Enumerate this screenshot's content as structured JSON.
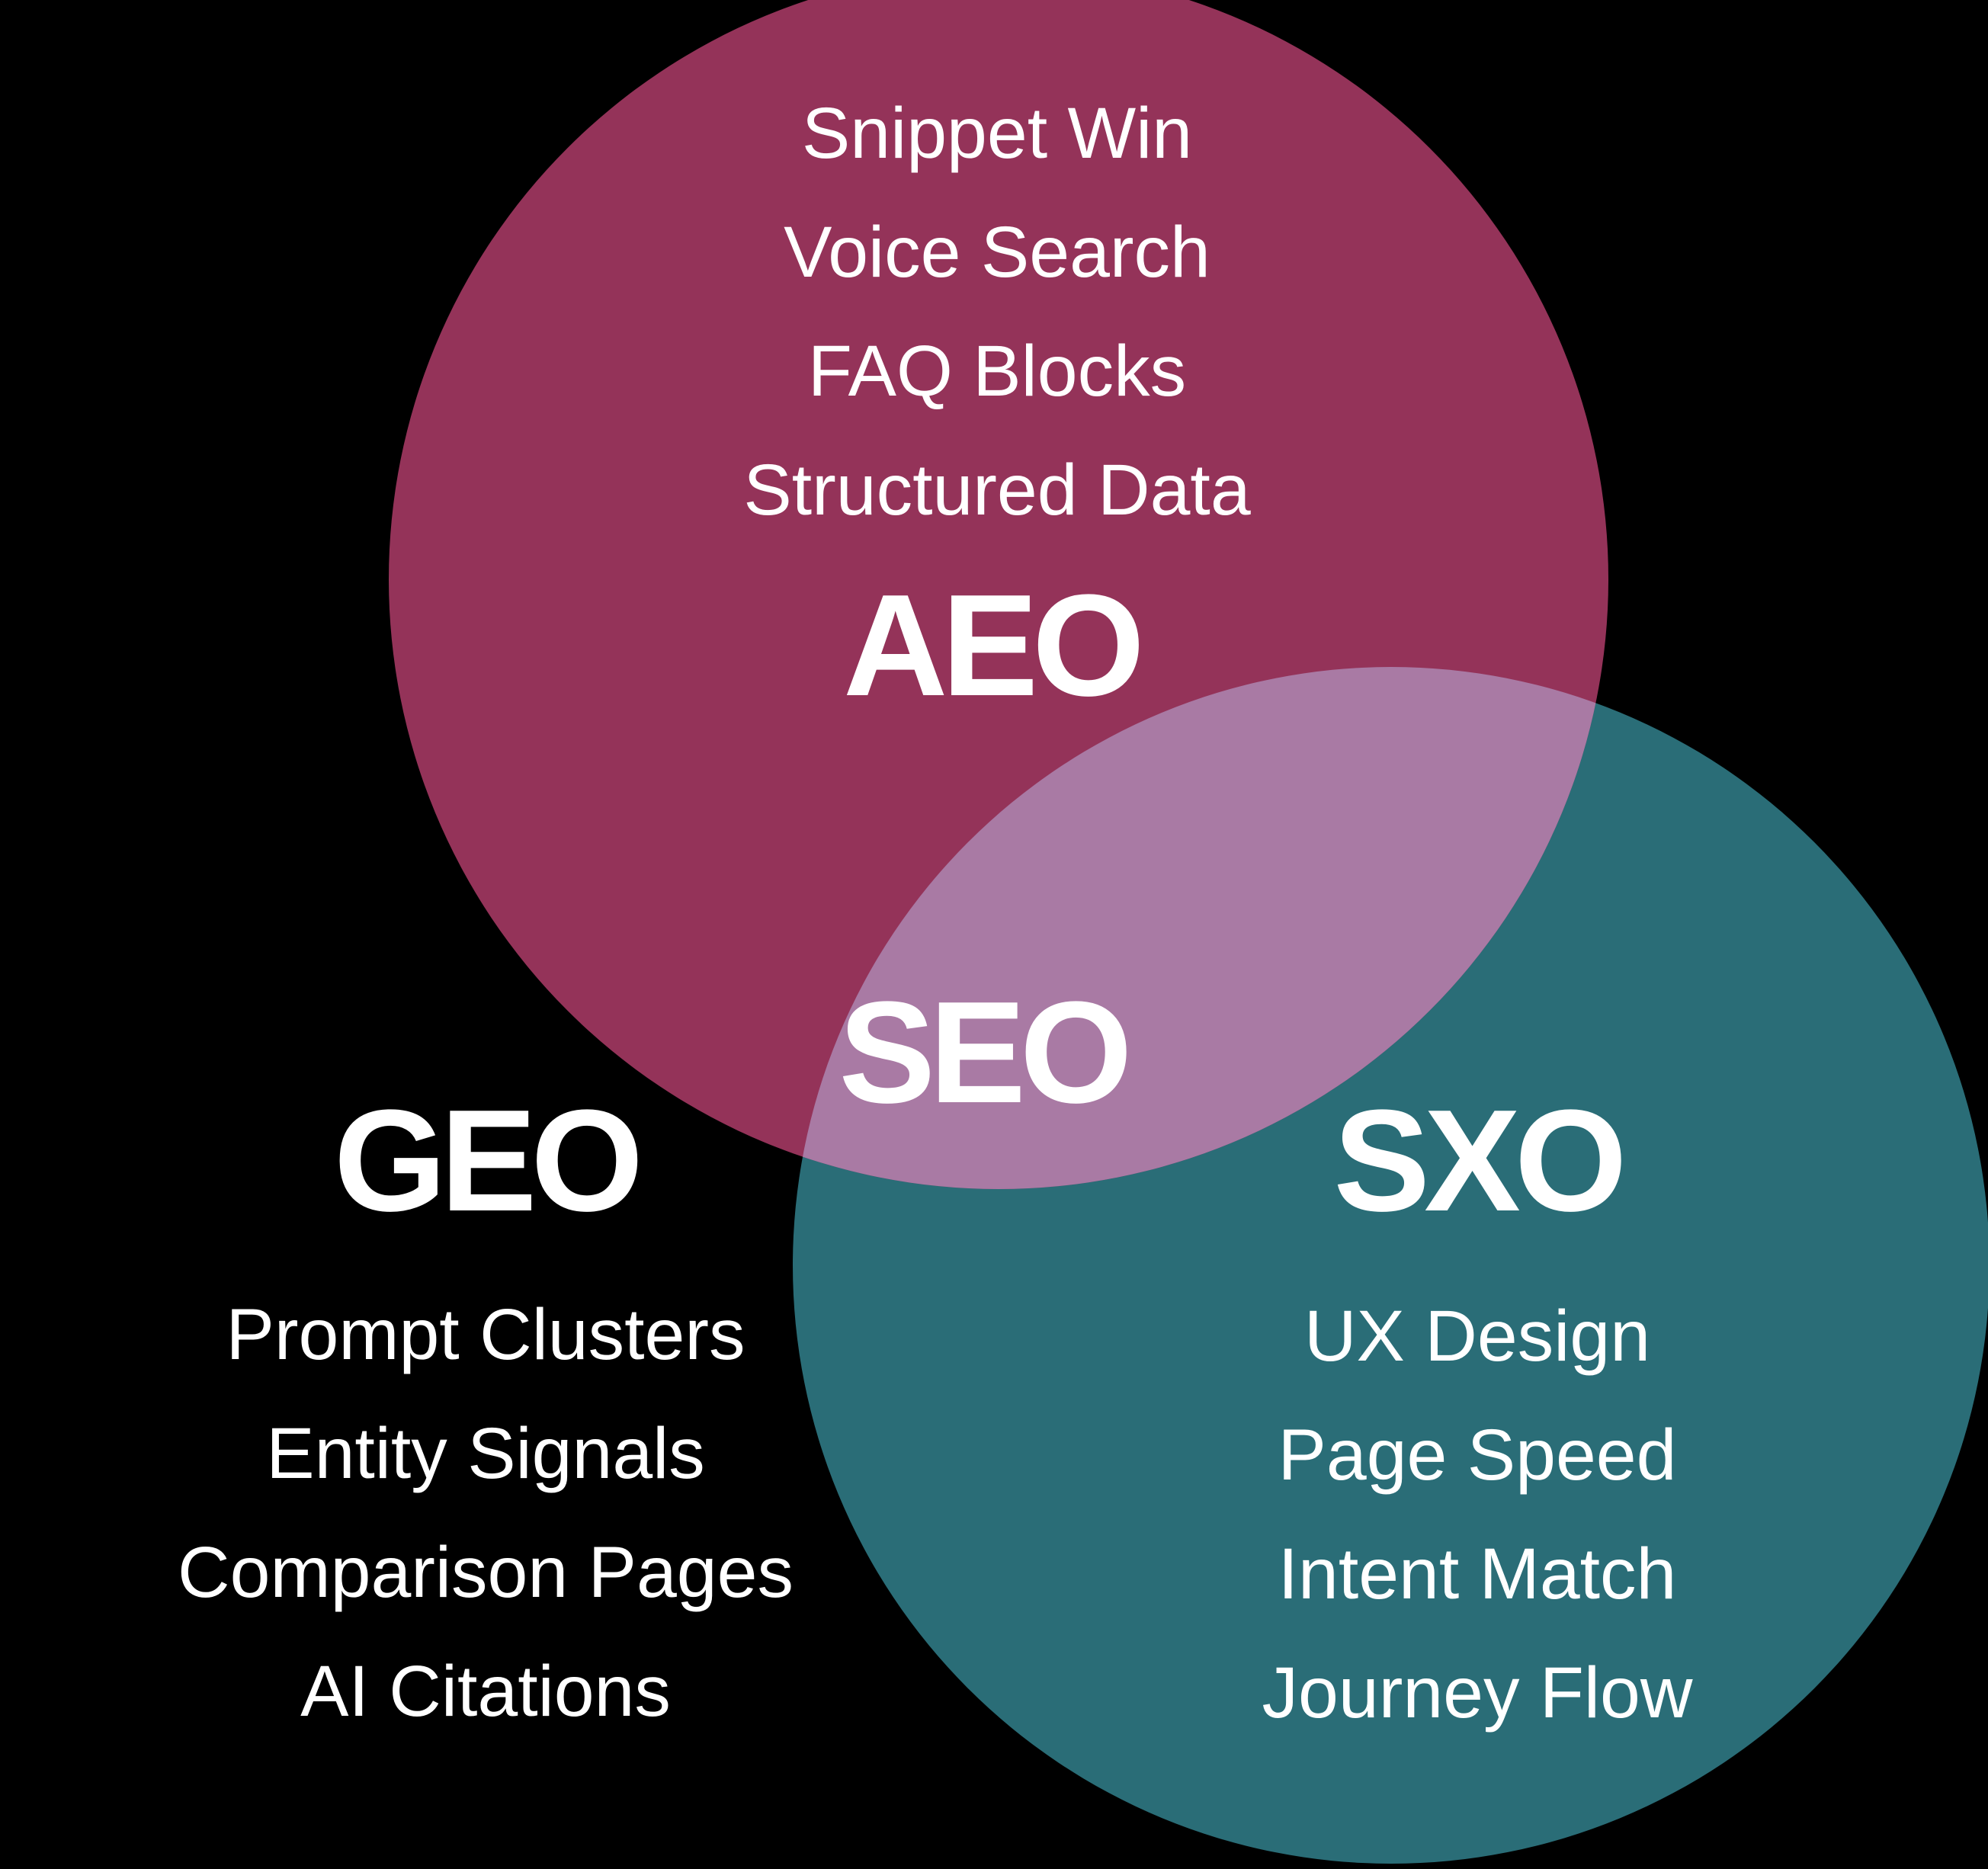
{
  "diagram": {
    "background_color": "#000000",
    "text_color": "#FFFFFF",
    "aeo": {
      "label": "AEO",
      "color": "#943359",
      "items": [
        "Snippet Win",
        "Voice Search",
        "FAQ Blocks",
        "Structured Data"
      ]
    },
    "seo_overlap": {
      "label": "SEO",
      "color": "#A97AA4"
    },
    "sxo": {
      "label": "SXO",
      "color": "#2A6D77",
      "items": [
        "UX Design",
        "Page Speed",
        "Intent Match",
        "Journey Flow"
      ]
    },
    "geo": {
      "label": "GEO",
      "items": [
        "Prompt Clusters",
        "Entity Signals",
        "Comparison Pages",
        "AI Citations"
      ]
    }
  }
}
